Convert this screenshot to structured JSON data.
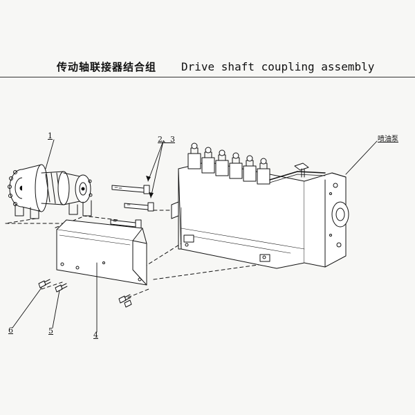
{
  "header": {
    "title_zh": "传动轴联接器结合组",
    "title_en": "Drive shaft coupling assembly"
  },
  "callouts": {
    "part_1": "1",
    "parts_2_3": "2、3",
    "pump": "喷油泵",
    "part_4": "4",
    "part_5": "5",
    "part_6": "6"
  },
  "colors": {
    "line": "#111111",
    "background": "#f7f7f5"
  }
}
